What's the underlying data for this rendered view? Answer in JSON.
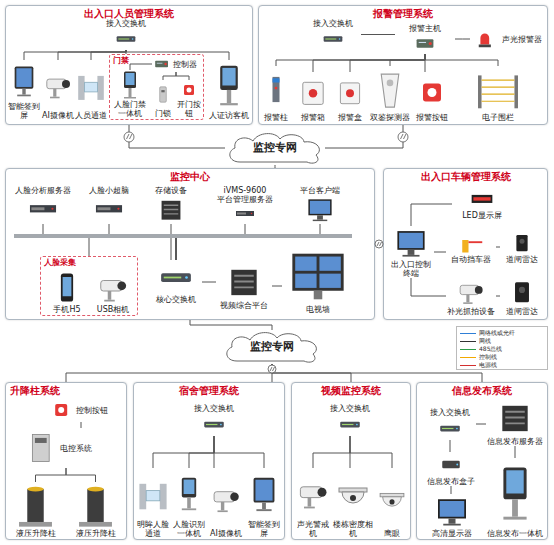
{
  "diagram": {
    "nodes": [
      {
        "text": [
          "出入口人员管理系统"
        ]
      },
      {
        "text": [
          "接入交换机"
        ],
        "in": 0
      },
      {
        "text": [
          "智能签到屏"
        ],
        "in": 0
      },
      {
        "text": [
          "AI摄像机"
        ],
        "in": 0
      },
      {
        "text": [
          "人员通道"
        ],
        "in": 0
      },
      {
        "text": [
          "门禁"
        ],
        "in": 0
      },
      {
        "text": [
          "人脸门禁一体机"
        ],
        "in": 5
      },
      {
        "text": [
          "控制器"
        ],
        "in": 5
      },
      {
        "text": [
          "门锁"
        ],
        "in": 5
      },
      {
        "text": [
          "开门按钮"
        ],
        "in": 5
      },
      {
        "text": [
          "人证访客机"
        ],
        "in": 0
      },
      {
        "text": [
          "报警管理系统"
        ]
      },
      {
        "text": [
          "接入交换机"
        ],
        "in": 11
      },
      {
        "text": [
          "报警主机"
        ],
        "in": 11
      },
      {
        "text": [
          "声光报警器"
        ],
        "in": 11
      },
      {
        "text": [
          "报警柱"
        ],
        "in": 11
      },
      {
        "text": [
          "报警箱"
        ],
        "in": 11
      },
      {
        "text": [
          "报警盒"
        ],
        "in": 11
      },
      {
        "text": [
          "双鉴探测器"
        ],
        "in": 11
      },
      {
        "text": [
          "报警按钮"
        ],
        "in": 11
      },
      {
        "text": [
          "电子围栏"
        ],
        "in": 11
      },
      {
        "text": [
          "监控专网"
        ]
      },
      {
        "text": [
          "监控中心"
        ]
      },
      {
        "text": [
          "人脸分析服务器"
        ],
        "in": 22
      },
      {
        "text": [
          "人脸小超脑"
        ],
        "in": 22
      },
      {
        "text": [
          "存储设备"
        ],
        "in": 22
      },
      {
        "text": [
          "iVMS-9600 平台管理服务器"
        ],
        "in": 22
      },
      {
        "text": [
          "平台客户端"
        ],
        "in": 22
      },
      {
        "text": [
          "人脸采集"
        ],
        "in": 22
      },
      {
        "text": [
          "手机H5"
        ],
        "in": 28
      },
      {
        "text": [
          "USB相机"
        ],
        "in": 28
      },
      {
        "text": [
          "核心交换机"
        ],
        "in": 22
      },
      {
        "text": [
          "视频综合平台"
        ],
        "in": 22
      },
      {
        "text": [
          "电视墙"
        ],
        "in": 22
      },
      {
        "text": [
          "出入口车辆管理系统"
        ]
      },
      {
        "text": [
          "LED显示屏"
        ],
        "in": 34
      },
      {
        "text": [
          "自动挡车器"
        ],
        "in": 34
      },
      {
        "text": [
          "道闸雷达"
        ],
        "in": 34
      },
      {
        "text": [
          "出入口控制终端"
        ],
        "in": 34
      },
      {
        "text": [
          "补光抓拍设备"
        ],
        "in": 34
      },
      {
        "text": [
          "道闸雷达"
        ],
        "in": 34
      },
      {
        "text": [
          "监控专网"
        ]
      },
      {
        "text": [
          "升降柱系统"
        ]
      },
      {
        "text": [
          "控制按钮"
        ],
        "in": 42
      },
      {
        "text": [
          "电控系统"
        ],
        "in": 42
      },
      {
        "text": [
          "液压升降柱"
        ],
        "in": 42
      },
      {
        "text": [
          "液压升降柱"
        ],
        "in": 42
      },
      {
        "text": [
          "宿舍管理系统"
        ]
      },
      {
        "text": [
          "接入交换机"
        ],
        "in": 47
      },
      {
        "text": [
          "明眸人脸通道"
        ],
        "in": 47
      },
      {
        "text": [
          "人脸识别一体机"
        ],
        "in": 47
      },
      {
        "text": [
          "AI摄像机"
        ],
        "in": 47
      },
      {
        "text": [
          "智能签到屏"
        ],
        "in": 47
      },
      {
        "text": [
          "视频监控系统"
        ]
      },
      {
        "text": [
          "接入交换机"
        ],
        "in": 53
      },
      {
        "text": [
          "声光警戒机"
        ],
        "in": 53
      },
      {
        "text": [
          "楼栋密度相机"
        ],
        "in": 53
      },
      {
        "text": [
          "鹰眼"
        ],
        "in": 53
      },
      {
        "text": [
          "信息发布系统"
        ]
      },
      {
        "text": [
          "接入交换机"
        ],
        "in": 58
      },
      {
        "text": [
          "信息发布服务器"
        ],
        "in": 58
      },
      {
        "text": [
          "信息发布盒子"
        ],
        "in": 58
      },
      {
        "text": [
          "高清显示器"
        ],
        "in": 58
      },
      {
        "text": [
          "信息发布一体机"
        ],
        "in": 58
      }
    ],
    "edges": [
      {
        "from": 1,
        "to": 2,
        "arrow": "none"
      },
      {
        "from": 1,
        "to": 3,
        "arrow": "none"
      },
      {
        "from": 1,
        "to": 4,
        "arrow": "none"
      },
      {
        "from": 1,
        "to": 5,
        "arrow": "none"
      },
      {
        "from": 1,
        "to": 10,
        "arrow": "none"
      },
      {
        "from": 7,
        "to": 6,
        "arrow": "none"
      },
      {
        "from": 7,
        "to": 8,
        "arrow": "none"
      },
      {
        "from": 7,
        "to": 9,
        "arrow": "none"
      },
      {
        "from": 12,
        "to": 13,
        "arrow": "none"
      },
      {
        "from": 13,
        "to": 14,
        "arrow": "none"
      },
      {
        "from": 13,
        "to": 15,
        "arrow": "none"
      },
      {
        "from": 13,
        "to": 16,
        "arrow": "none"
      },
      {
        "from": 13,
        "to": 17,
        "arrow": "none"
      },
      {
        "from": 13,
        "to": 18,
        "arrow": "none"
      },
      {
        "from": 13,
        "to": 19,
        "arrow": "none"
      },
      {
        "from": 13,
        "to": 20,
        "arrow": "none"
      },
      {
        "from": 0,
        "to": 21,
        "arrow": "none"
      },
      {
        "from": 11,
        "to": 21,
        "arrow": "none"
      },
      {
        "from": 21,
        "to": 22,
        "arrow": "none"
      },
      {
        "from": 23,
        "to": 31,
        "arrow": "none"
      },
      {
        "from": 24,
        "to": 31,
        "arrow": "none"
      },
      {
        "from": 25,
        "to": 31,
        "arrow": "none"
      },
      {
        "from": 26,
        "to": 31,
        "arrow": "none"
      },
      {
        "from": 27,
        "to": 31,
        "arrow": "none"
      },
      {
        "from": 28,
        "to": 31,
        "arrow": "none"
      },
      {
        "from": 31,
        "to": 32,
        "arrow": "none"
      },
      {
        "from": 32,
        "to": 33,
        "arrow": "none"
      },
      {
        "from": 22,
        "to": 34,
        "arrow": "none"
      },
      {
        "from": 38,
        "to": 35,
        "arrow": "none"
      },
      {
        "from": 38,
        "to": 36,
        "arrow": "none"
      },
      {
        "from": 36,
        "to": 37,
        "arrow": "none"
      },
      {
        "from": 38,
        "to": 39,
        "arrow": "none"
      },
      {
        "from": 39,
        "to": 40,
        "arrow": "none"
      },
      {
        "from": 22,
        "to": 41,
        "arrow": "none"
      },
      {
        "from": 41,
        "to": 42,
        "arrow": "none"
      },
      {
        "from": 41,
        "to": 47,
        "arrow": "none"
      },
      {
        "from": 41,
        "to": 53,
        "arrow": "none"
      },
      {
        "from": 41,
        "to": 58,
        "arrow": "none"
      },
      {
        "from": 43,
        "to": 44,
        "arrow": "none"
      },
      {
        "from": 44,
        "to": 45,
        "arrow": "none"
      },
      {
        "from": 44,
        "to": 46,
        "arrow": "none"
      },
      {
        "from": 48,
        "to": 49,
        "arrow": "none"
      },
      {
        "from": 48,
        "to": 50,
        "arrow": "none"
      },
      {
        "from": 48,
        "to": 51,
        "arrow": "none"
      },
      {
        "from": 48,
        "to": 52,
        "arrow": "none"
      },
      {
        "from": 54,
        "to": 55,
        "arrow": "none"
      },
      {
        "from": 54,
        "to": 56,
        "arrow": "none"
      },
      {
        "from": 54,
        "to": 57,
        "arrow": "none"
      },
      {
        "from": 59,
        "to": 60,
        "arrow": "none"
      },
      {
        "from": 60,
        "to": 63,
        "arrow": "none"
      },
      {
        "from": 59,
        "to": 61,
        "arrow": "none"
      },
      {
        "from": 61,
        "to": 62,
        "arrow": "none"
      }
    ],
    "legend": [
      {
        "text": "网络线或光纤"
      },
      {
        "text": "网线"
      },
      {
        "text": "485总线"
      },
      {
        "text": "控制线"
      },
      {
        "text": "电源线"
      }
    ]
  }
}
